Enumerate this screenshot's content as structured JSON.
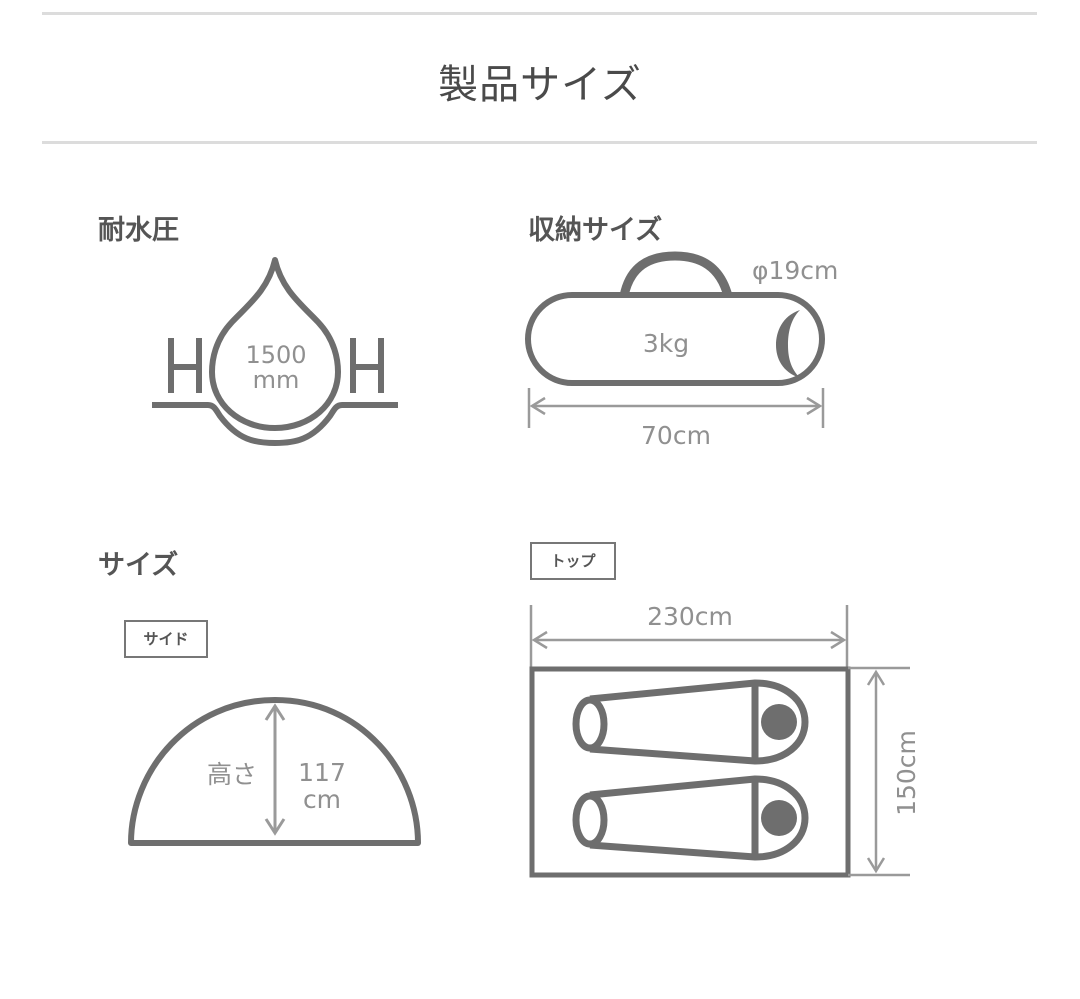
{
  "page": {
    "title": "製品サイズ"
  },
  "water_pressure": {
    "label": "耐水圧",
    "value": "1500",
    "unit": "mm"
  },
  "storage": {
    "label": "収納サイズ",
    "weight": "3kg",
    "diameter": "φ19cm",
    "length": "70cm"
  },
  "size": {
    "label": "サイズ",
    "side": {
      "tag": "サイド",
      "height_label": "高さ",
      "height_value": "117",
      "height_unit": "cm"
    },
    "top": {
      "tag": "トップ",
      "width": "230cm",
      "depth": "150cm"
    }
  },
  "colors": {
    "stroke": "#6e6e6e",
    "dimension": "#9a9a9a",
    "rule": "#dcdcdc",
    "text": "#4a4a4a"
  }
}
